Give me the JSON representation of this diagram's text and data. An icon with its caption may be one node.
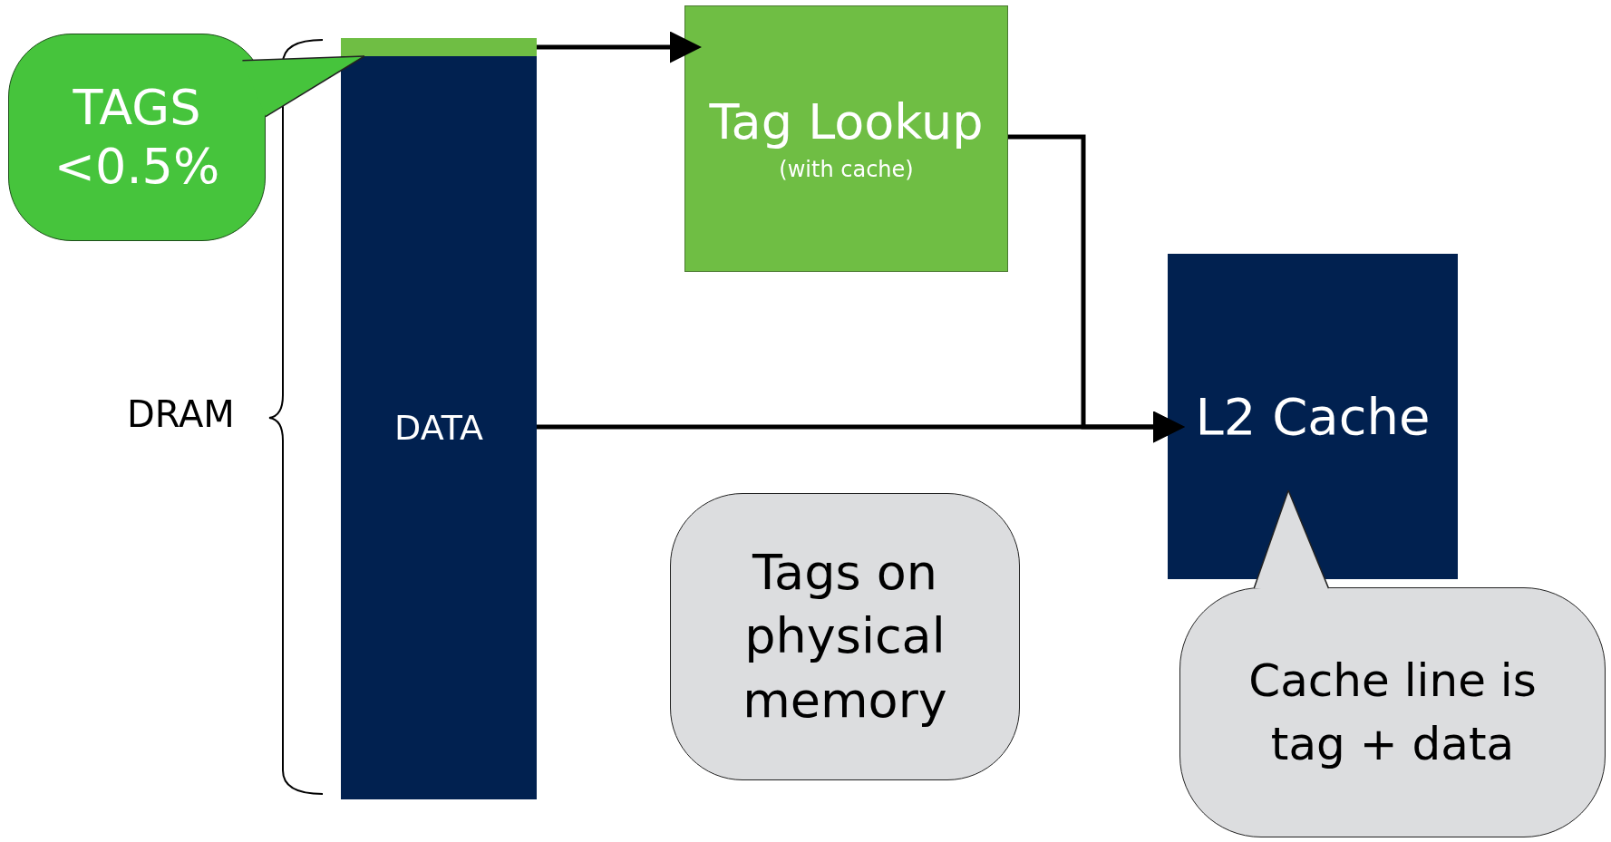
{
  "diagram": {
    "nodes": [
      {
        "text": [],
        "shape": "bar"
      },
      {
        "text": [
          "DATA"
        ]
      },
      {
        "text": [
          "Tag Lookup",
          "(with cache)"
        ]
      },
      {
        "text": [
          "L2 Cache"
        ]
      },
      {
        "text": [
          "TAGS <0.5%"
        ]
      },
      {
        "text": [
          "Tags on physical memory"
        ]
      },
      {
        "text": [
          "Cache line is tag + data"
        ]
      }
    ],
    "edges": [
      {
        "from": 0,
        "to": 2,
        "arrow": "to"
      },
      {
        "from": 1,
        "to": 3,
        "arrow": "to"
      },
      {
        "from": 2,
        "to": 3,
        "arrow": "to"
      },
      {
        "from": 4,
        "to": 0,
        "arrow": "none"
      },
      {
        "from": 6,
        "to": 3,
        "arrow": "none"
      }
    ],
    "labels": [
      "DRAM"
    ]
  }
}
